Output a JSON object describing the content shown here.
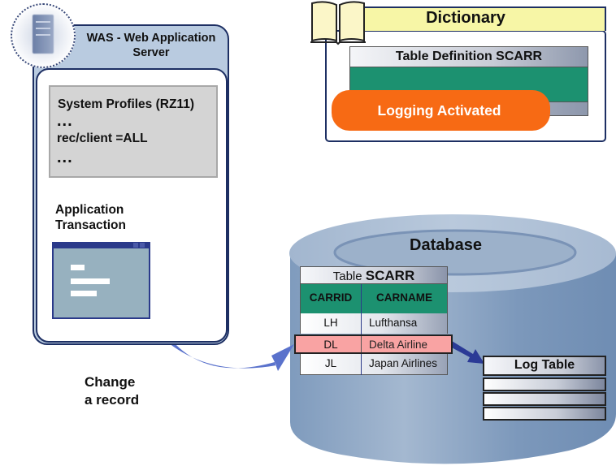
{
  "was": {
    "title": "WAS - Web Application Server",
    "icon": "server-icon",
    "profiles": {
      "title": "System Profiles (RZ11)",
      "ellipsis_top": "...",
      "parameter": "rec/client =ALL",
      "ellipsis_bottom": "..."
    },
    "application": {
      "line1": "Application",
      "line2": "Transaction",
      "icon": "application-window-icon"
    }
  },
  "action": {
    "line1": "Change",
    "line2": "a record"
  },
  "dictionary": {
    "title": "Dictionary",
    "icon": "book-icon",
    "table_definition": "Table Definition SCARR",
    "badge": "Logging Activated",
    "badge_color": "#f76a14"
  },
  "database": {
    "title": "Database",
    "table": {
      "prefix": "Table",
      "name": "SCARR",
      "columns": [
        "CARRID",
        "CARNAME"
      ],
      "rows": [
        {
          "carrid": "LH",
          "carname": "Lufthansa",
          "highlighted": false
        },
        {
          "carrid": "DL",
          "carname": "Delta Airline",
          "highlighted": true
        },
        {
          "carrid": "JL",
          "carname": "Japan Airlines",
          "highlighted": false
        }
      ]
    },
    "log_table": {
      "title": "Log Table",
      "empty_rows": 3
    }
  },
  "colors": {
    "header_green": "#1c9170",
    "highlight_row": "#f9a3a3",
    "arrow_blue": "#5a72cc",
    "dictionary_yellow": "#f7f6a6",
    "frame_navy": "#1d2f63"
  }
}
